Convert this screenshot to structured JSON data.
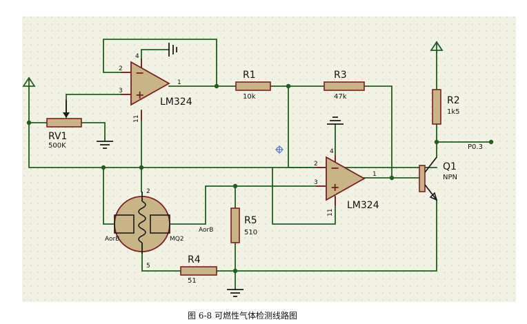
{
  "caption": "图 6-8 可燃性气体检测线路图",
  "opamp1": {
    "name": "LM324",
    "pin_out": "1",
    "pin_inv": "2",
    "pin_noninv": "3",
    "pin_vcc": "4",
    "pin_gnd": "11",
    "minus": "−",
    "plus": "+"
  },
  "opamp2": {
    "name": "LM324",
    "pin_out": "1",
    "pin_inv": "2",
    "pin_noninv": "3",
    "pin_vcc": "4",
    "pin_gnd": "11",
    "minus": "−",
    "plus": "+"
  },
  "rv1": {
    "name": "RV1",
    "value": "500K"
  },
  "r1": {
    "name": "R1",
    "value": "10k"
  },
  "r3": {
    "name": "R3",
    "value": "47k"
  },
  "r2": {
    "name": "R2",
    "value": "1k5"
  },
  "r5": {
    "name": "R5",
    "value": "510"
  },
  "r4": {
    "name": "R4",
    "value": "51"
  },
  "q1": {
    "name": "Q1",
    "type": "NPN"
  },
  "output": {
    "label": "P0.3"
  },
  "sensor": {
    "name": "MQ2",
    "pin_a": "AorB",
    "pin_b": "AorB",
    "pin_top": "2",
    "pin_bottom": "5"
  }
}
